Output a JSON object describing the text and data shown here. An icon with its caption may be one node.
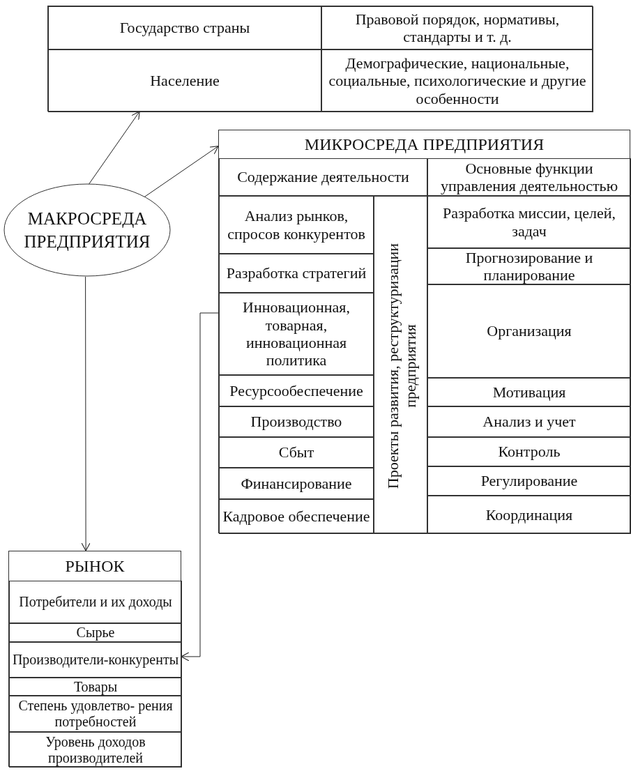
{
  "diagram": {
    "nodes": [
      {
        "text": [],
        "shape": "box"
      },
      {
        "text": [
          "Государство страны"
        ],
        "in": 0
      },
      {
        "text": [
          "Правовой порядок, нормативы, стандарты и т. д."
        ],
        "in": 0
      },
      {
        "text": [
          "Население"
        ],
        "in": 0
      },
      {
        "text": [
          "Демографические, национальные, социальные, психологические и другие особенности"
        ],
        "in": 0
      },
      {
        "text": [
          "МИКРОСРЕДА ПРЕДПРИЯТИЯ"
        ]
      },
      {
        "text": [
          "Содержание деятельности"
        ],
        "in": 5
      },
      {
        "text": [
          "Основные функции управления деятельностью"
        ],
        "in": 5
      },
      {
        "text": [
          "Анализ рынков, спросов конкурентов"
        ],
        "in": 5
      },
      {
        "text": [
          "Разработка стратегий"
        ],
        "in": 5
      },
      {
        "text": [
          "Инновационная, товарная, инновационная политика"
        ],
        "in": 5
      },
      {
        "text": [
          "Ресурсообеспечение"
        ],
        "in": 5
      },
      {
        "text": [
          "Производство"
        ],
        "in": 5
      },
      {
        "text": [
          "Сбыт"
        ],
        "in": 5
      },
      {
        "text": [
          "Финансирование"
        ],
        "in": 5
      },
      {
        "text": [
          "Кадровое обеспечение"
        ],
        "in": 5
      },
      {
        "text": [
          "Проекты развития, реструктуризации предприятия"
        ],
        "in": 5
      },
      {
        "text": [
          "Разработка миссии, целей, задач"
        ],
        "in": 5
      },
      {
        "text": [
          "Прогнозирование и планирование"
        ],
        "in": 5
      },
      {
        "text": [
          "Организация"
        ],
        "in": 5
      },
      {
        "text": [
          "Мотивация"
        ],
        "in": 5
      },
      {
        "text": [
          "Анализ и учет"
        ],
        "in": 5
      },
      {
        "text": [
          "Контроль"
        ],
        "in": 5
      },
      {
        "text": [
          "Регулирование"
        ],
        "in": 5
      },
      {
        "text": [
          "Координация"
        ],
        "in": 5
      },
      {
        "text": [
          "МАКРОСРЕДА ПРЕДПРИЯТИЯ"
        ]
      },
      {
        "text": [
          "РЫНОК"
        ]
      },
      {
        "text": [
          "Потребители и их доходы"
        ],
        "in": 26
      },
      {
        "text": [
          "Сырье"
        ],
        "in": 26
      },
      {
        "text": [
          "Производители-конкуренты"
        ],
        "in": 26
      },
      {
        "text": [
          "Товары"
        ],
        "in": 26
      },
      {
        "text": [
          "Степень удовлетво- рения потребностей"
        ],
        "in": 26
      },
      {
        "text": [
          "Уровень доходов производителей"
        ],
        "in": 26
      }
    ],
    "edges": [
      {
        "from": 25,
        "to": 0,
        "arrow": "to"
      },
      {
        "from": 25,
        "to": 5,
        "arrow": "to"
      },
      {
        "from": 25,
        "to": 26,
        "arrow": "to"
      },
      {
        "from": 10,
        "to": 29,
        "arrow": "to"
      }
    ]
  }
}
